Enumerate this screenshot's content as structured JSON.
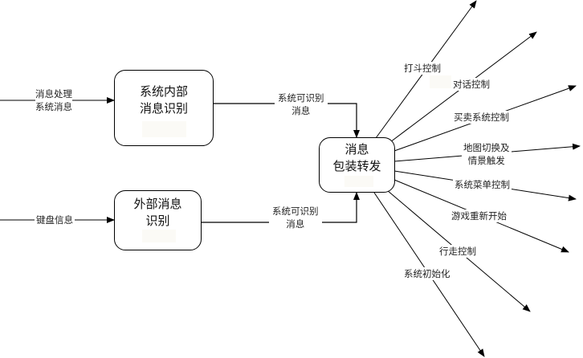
{
  "nodes": {
    "internal": {
      "line1": "系统内部",
      "line2": "消息识别"
    },
    "external": {
      "line1": "外部消息",
      "line2": "识别"
    },
    "packer": {
      "line1": "消息",
      "line2": "包装转发"
    }
  },
  "inputs": {
    "system_message": {
      "line1": "消息处理",
      "line2": "系统消息"
    },
    "keyboard": "键盘信息",
    "recognized_top": {
      "line1": "系统可识别",
      "line2": "消息"
    },
    "recognized_bottom": {
      "line1": "系统可识别",
      "line2": "消息"
    }
  },
  "outputs": [
    {
      "label": "打斗控制"
    },
    {
      "label": "对话控制"
    },
    {
      "label": "买卖系统控制"
    },
    {
      "line1": "地图切换及",
      "line2": "情景触发"
    },
    {
      "label": "系统菜单控制"
    },
    {
      "label": "游戏重新开始"
    },
    {
      "label": "行走控制"
    },
    {
      "label": "系统初始化"
    }
  ]
}
